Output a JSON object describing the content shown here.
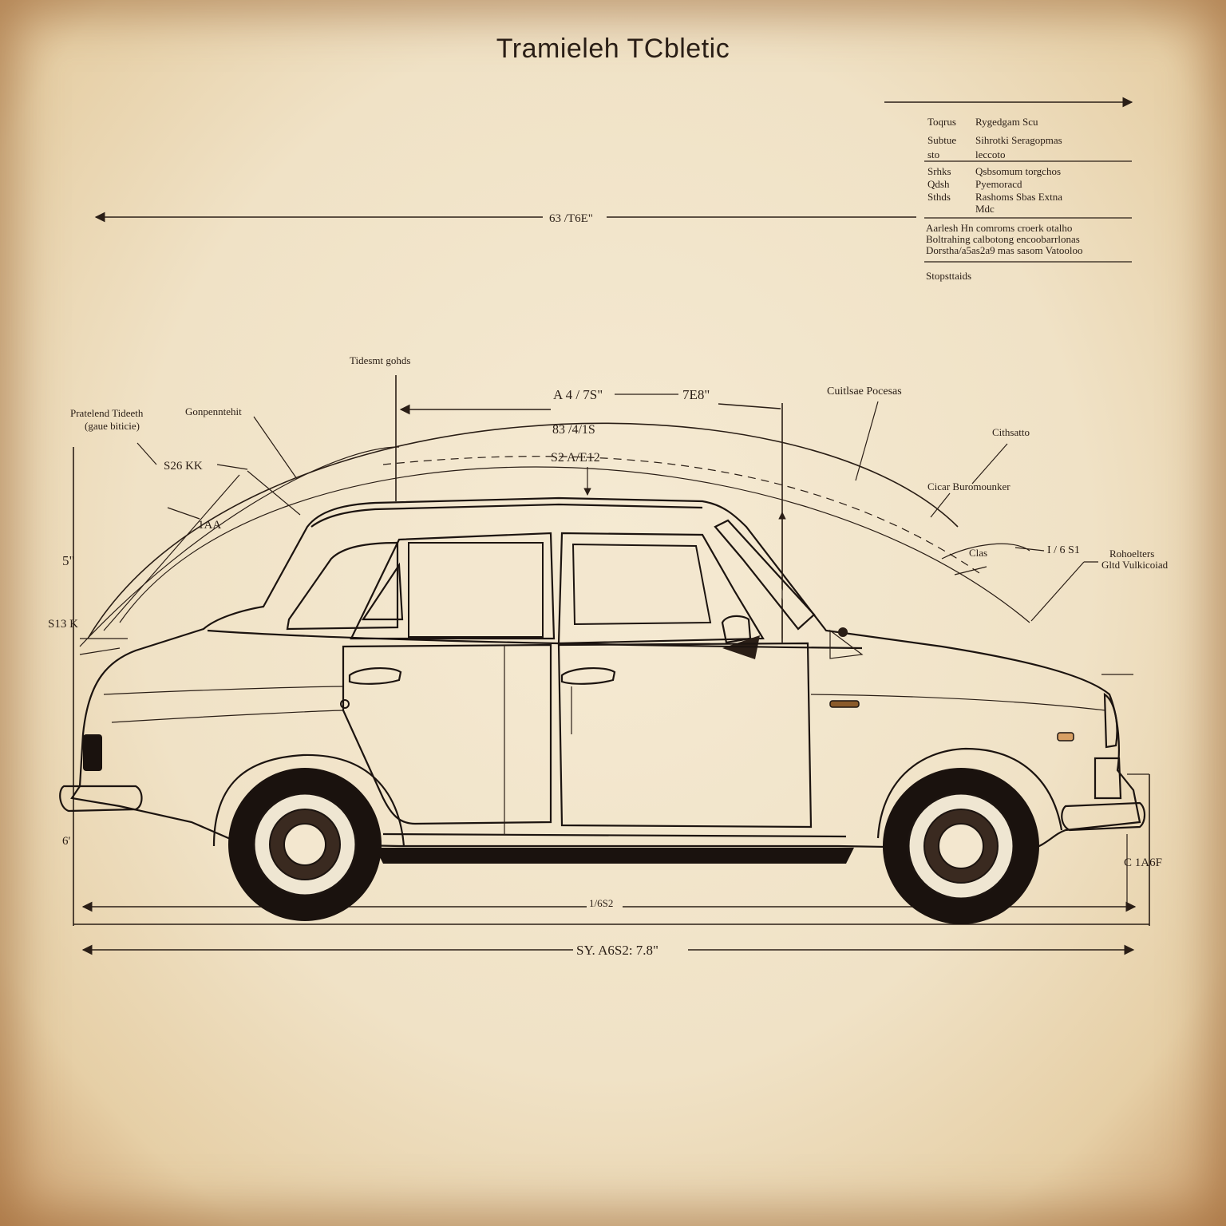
{
  "title": "Tramieleh TCbletic",
  "spec_table": {
    "rows": [
      [
        "Toqrus",
        "Rygedgam Scu"
      ],
      [
        "Subtue",
        "Sihrotki Seragopmas"
      ],
      [
        "sto",
        "leccoto"
      ],
      [
        "Srhks",
        "Qsbsomum torgchos"
      ],
      [
        "Qdsh",
        "Pyemoracd"
      ],
      [
        "Sthds",
        "Rashoms Sbas Extna"
      ],
      [
        "",
        "Mdc"
      ]
    ],
    "notes": [
      "Aarlesh Hn comroms croerk otalho",
      "Boltrahing calbotong encoobarrlonas",
      "Dorstha/a5as2a9 mas sasom Vatooloo"
    ],
    "footer": "Stopsttaids"
  },
  "dimensions": {
    "top_overall": "63 /T6E\"",
    "roof_left": "A 4 / 7S\"",
    "roof_right": "7E8\"",
    "roof_mid": "83 /4/1S",
    "roof_mid2": "S2 A/E12",
    "wheelbase": "1/6S2",
    "overall_length": "SY. A6S2: 7.8\"",
    "rear_height": "C 1A6F",
    "front_side_1": "S13 K",
    "front_side_2": "5\"",
    "front_bottom": "6'",
    "hood_1": "S26 KK",
    "hood_2": "1AA"
  },
  "callouts": {
    "top_center": "Tidesmt gohds",
    "left_1_line1": "Pratelend Tideeth",
    "left_1_line2": "(gaue biticie)",
    "left_2": "Gonpenntehit",
    "right_top": "Cuitlsae Pocesas",
    "right_mid": "Cithsatto",
    "right_mid2": "Cicar Buromounker",
    "right_low": "I / 6 S1",
    "right_low2": "Clas",
    "right_far_line1": "Rohoelters",
    "right_far_line2": "Gltd Vulkicoiad"
  },
  "colors": {
    "ink": "#2a1e16",
    "paper": "#f3e7cf",
    "car_body": "#f6efdc",
    "glass": "#1a120e"
  }
}
